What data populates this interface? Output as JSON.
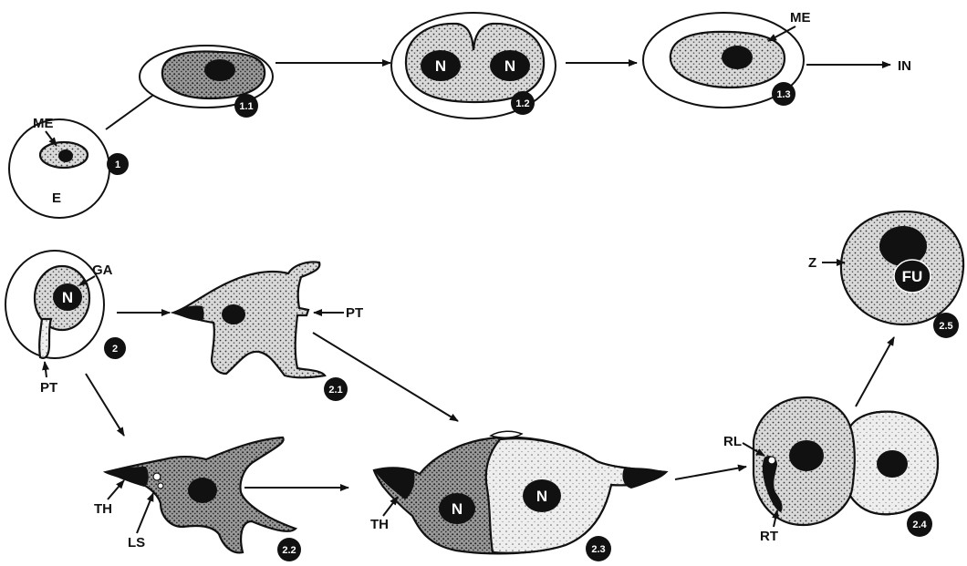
{
  "stages": {
    "s1": "1",
    "s1_1": "1.1",
    "s1_2": "1.2",
    "s1_3": "1.3",
    "s2": "2",
    "s2_1": "2.1",
    "s2_2": "2.2",
    "s2_3": "2.3",
    "s2_4": "2.4",
    "s2_5": "2.5"
  },
  "labels": {
    "me_1": "ME",
    "e": "E",
    "n_1_2_left": "N",
    "n_1_2_right": "N",
    "me_1_3": "ME",
    "in": "IN",
    "ga": "GA",
    "n_2": "N",
    "pt_2": "PT",
    "pt_2_1": "PT",
    "th_2_2": "TH",
    "ls": "LS",
    "th_2_3": "TH",
    "n_2_3_left": "N",
    "n_2_3_right": "N",
    "rl": "RL",
    "rt": "RT",
    "z": "Z",
    "fu": "FU"
  }
}
